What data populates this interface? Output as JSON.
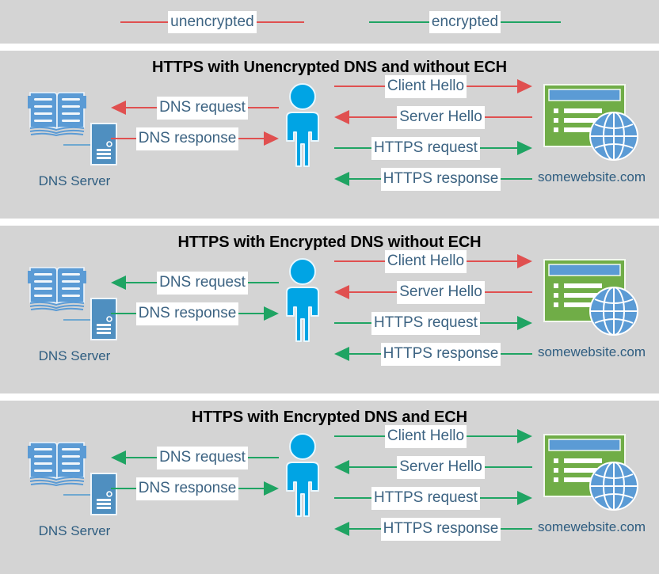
{
  "legend": {
    "items": [
      {
        "label": "unencrypted",
        "color": "#e05050",
        "icon": "line-sample"
      },
      {
        "label": "encrypted",
        "color": "#1fa463",
        "icon": "line-sample"
      }
    ]
  },
  "colors": {
    "unencrypted": "#e05050",
    "encrypted": "#1fa463",
    "panel_background": "#d4d4d4",
    "page_background": "#ffffff",
    "label_text": "#3c6382",
    "caption_text": "#2e5d80",
    "title_text": "#000000",
    "person": "#00a4e4",
    "book": "#5b9bd5",
    "server": "#4f8fc0",
    "browser_body": "#70ad47",
    "browser_titlebar": "#5b9bd5",
    "globe": "#5b9bd5"
  },
  "actors": {
    "dns": {
      "caption": "DNS Server",
      "icons": [
        "book-icon",
        "server-icon"
      ]
    },
    "user": {
      "icon": "person-icon"
    },
    "website": {
      "caption": "somewebsite.com",
      "icons": [
        "browser-window-icon",
        "globe-icon"
      ]
    }
  },
  "panels": [
    {
      "title": "HTTPS with Unencrypted DNS and without ECH",
      "left_flows": [
        {
          "label": "DNS request",
          "direction": "left",
          "color": "#e05050"
        },
        {
          "label": "DNS response",
          "direction": "right",
          "color": "#e05050"
        }
      ],
      "right_flows": [
        {
          "label": "Client Hello",
          "direction": "right",
          "color": "#e05050"
        },
        {
          "label": "Server Hello",
          "direction": "left",
          "color": "#e05050"
        },
        {
          "label": "HTTPS request",
          "direction": "right",
          "color": "#1fa463"
        },
        {
          "label": "HTTPS response",
          "direction": "left",
          "color": "#1fa463"
        }
      ]
    },
    {
      "title": "HTTPS with Encrypted DNS without ECH",
      "left_flows": [
        {
          "label": "DNS request",
          "direction": "left",
          "color": "#1fa463"
        },
        {
          "label": "DNS response",
          "direction": "right",
          "color": "#1fa463"
        }
      ],
      "right_flows": [
        {
          "label": "Client Hello",
          "direction": "right",
          "color": "#e05050"
        },
        {
          "label": "Server Hello",
          "direction": "left",
          "color": "#e05050"
        },
        {
          "label": "HTTPS request",
          "direction": "right",
          "color": "#1fa463"
        },
        {
          "label": "HTTPS response",
          "direction": "left",
          "color": "#1fa463"
        }
      ]
    },
    {
      "title": "HTTPS with Encrypted DNS and ECH",
      "left_flows": [
        {
          "label": "DNS request",
          "direction": "left",
          "color": "#1fa463"
        },
        {
          "label": "DNS response",
          "direction": "right",
          "color": "#1fa463"
        }
      ],
      "right_flows": [
        {
          "label": "Client Hello",
          "direction": "right",
          "color": "#1fa463"
        },
        {
          "label": "Server Hello",
          "direction": "left",
          "color": "#1fa463"
        },
        {
          "label": "HTTPS request",
          "direction": "right",
          "color": "#1fa463"
        },
        {
          "label": "HTTPS response",
          "direction": "left",
          "color": "#1fa463"
        }
      ]
    }
  ]
}
